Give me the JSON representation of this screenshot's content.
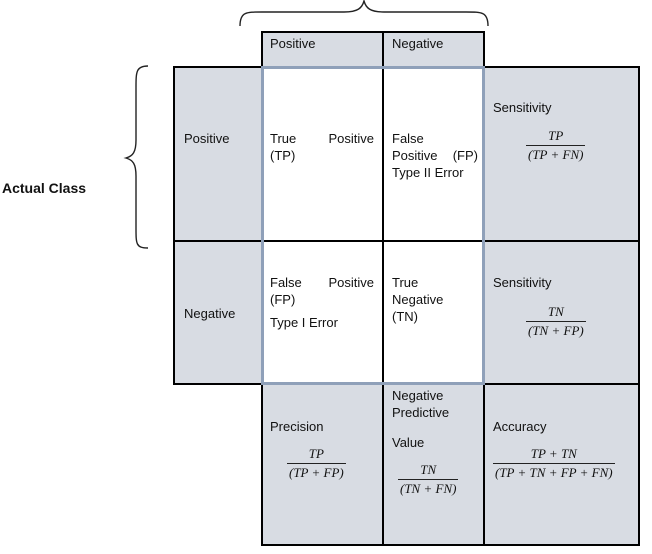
{
  "predicted_header": {
    "positive": "Positive",
    "negative": "Negative"
  },
  "actual": {
    "title": "Actual Class",
    "positive": "Positive",
    "negative": "Negative"
  },
  "cells": {
    "tp": {
      "line1_a": "True",
      "line1_b": "Positive",
      "line2": "(TP)"
    },
    "fn": {
      "line1": "False",
      "line2_a": "Positive",
      "line2_b": "(FP)",
      "line3": "Type II Error"
    },
    "fp": {
      "line1_a": "False",
      "line1_b": "Positive",
      "line2": "(FP)",
      "line3": "Type I Error"
    },
    "tn": {
      "line1": "True",
      "line2": "Negative",
      "line3": "(TN)"
    }
  },
  "metrics": {
    "sensitivity_top": {
      "label": "Sensitivity",
      "num": "TP",
      "den": "(TP + FN)"
    },
    "sensitivity_bottom": {
      "label": "Sensitivity",
      "num": "TN",
      "den": "(TN + FP)"
    },
    "precision": {
      "label": "Precision",
      "num": "TP",
      "den": "(TP + FP)"
    },
    "npv": {
      "label_line1": "Negative",
      "label_line2": "Predictive",
      "label_line3": "Value",
      "num": "TN",
      "den": "(TN + FN)"
    },
    "accuracy": {
      "label": "Accuracy",
      "num": "TP + TN",
      "den": "(TP + TN + FP + FN)"
    }
  }
}
